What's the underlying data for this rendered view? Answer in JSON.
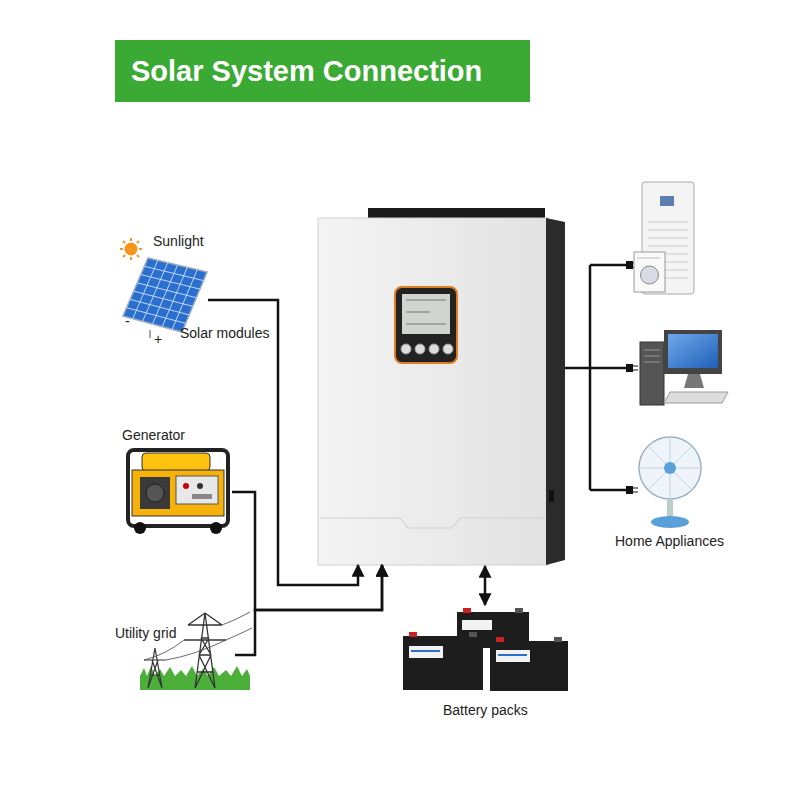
{
  "diagram": {
    "title": "Solar System Connection",
    "nodes": [
      {
        "text": [
          "Solar modules"
        ]
      },
      {
        "text": [
          "Generator"
        ]
      },
      {
        "text": [
          "Utility grid"
        ]
      },
      {
        "text": []
      },
      {
        "text": [
          "Home Appliances"
        ]
      },
      {
        "text": [
          "Battery packs"
        ]
      }
    ],
    "edges": [
      {
        "from": 0,
        "to": 3,
        "arrow": "to"
      },
      {
        "from": 1,
        "to": 3,
        "arrow": "to"
      },
      {
        "from": 2,
        "to": 3,
        "arrow": "to"
      },
      {
        "from": 3,
        "to": 4,
        "arrow": "none"
      },
      {
        "from": 3,
        "to": 5,
        "arrow": "both"
      }
    ],
    "labels": [
      "Sunlight",
      "-",
      "+"
    ]
  }
}
